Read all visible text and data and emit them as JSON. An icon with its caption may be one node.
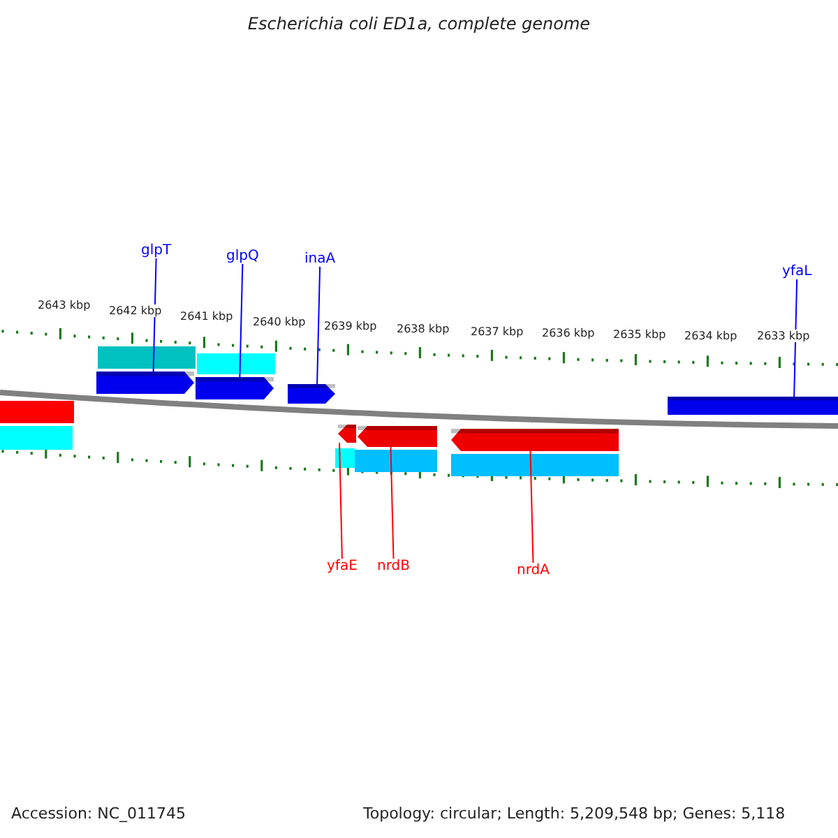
{
  "diagram": {
    "title": "Escherichia coli ED1a, complete genome",
    "nodes": [
      {
        "text": [
          "glpT"
        ]
      },
      {
        "text": [],
        "shape": "arrow"
      },
      {
        "text": [
          "glpQ"
        ]
      },
      {
        "text": [],
        "shape": "arrow"
      },
      {
        "text": [
          "inaA"
        ]
      },
      {
        "text": [],
        "shape": "arrow"
      },
      {
        "text": [
          "yfaL"
        ]
      },
      {
        "text": [],
        "shape": "bar"
      },
      {
        "text": [
          "yfaE"
        ]
      },
      {
        "text": [],
        "shape": "arrow"
      },
      {
        "text": [
          "nrdB"
        ]
      },
      {
        "text": [],
        "shape": "arrow"
      },
      {
        "text": [
          "nrdA"
        ]
      },
      {
        "text": [],
        "shape": "arrow"
      }
    ],
    "edges": [
      {
        "from": 0,
        "to": 1,
        "arrow": "none"
      },
      {
        "from": 2,
        "to": 3,
        "arrow": "none"
      },
      {
        "from": 4,
        "to": 5,
        "arrow": "none"
      },
      {
        "from": 6,
        "to": 7,
        "arrow": "none"
      },
      {
        "from": 8,
        "to": 9,
        "arrow": "none",
        "color": "#ff0000"
      },
      {
        "from": 10,
        "to": 11,
        "arrow": "none",
        "color": "#ff0000"
      },
      {
        "from": 12,
        "to": 13,
        "arrow": "none",
        "color": "#ff0000"
      }
    ],
    "labels": [
      "2643 kbp",
      "2642 kbp",
      "2641 kbp",
      "2640 kbp",
      "2639 kbp",
      "2638 kbp",
      "2637 kbp",
      "2636 kbp",
      "2635 kbp",
      "2634 kbp",
      "2633 kbp",
      "Accession: NC_011745",
      "Topology: circular; Length: 5,209,548 bp; Genes: 5,118"
    ]
  }
}
